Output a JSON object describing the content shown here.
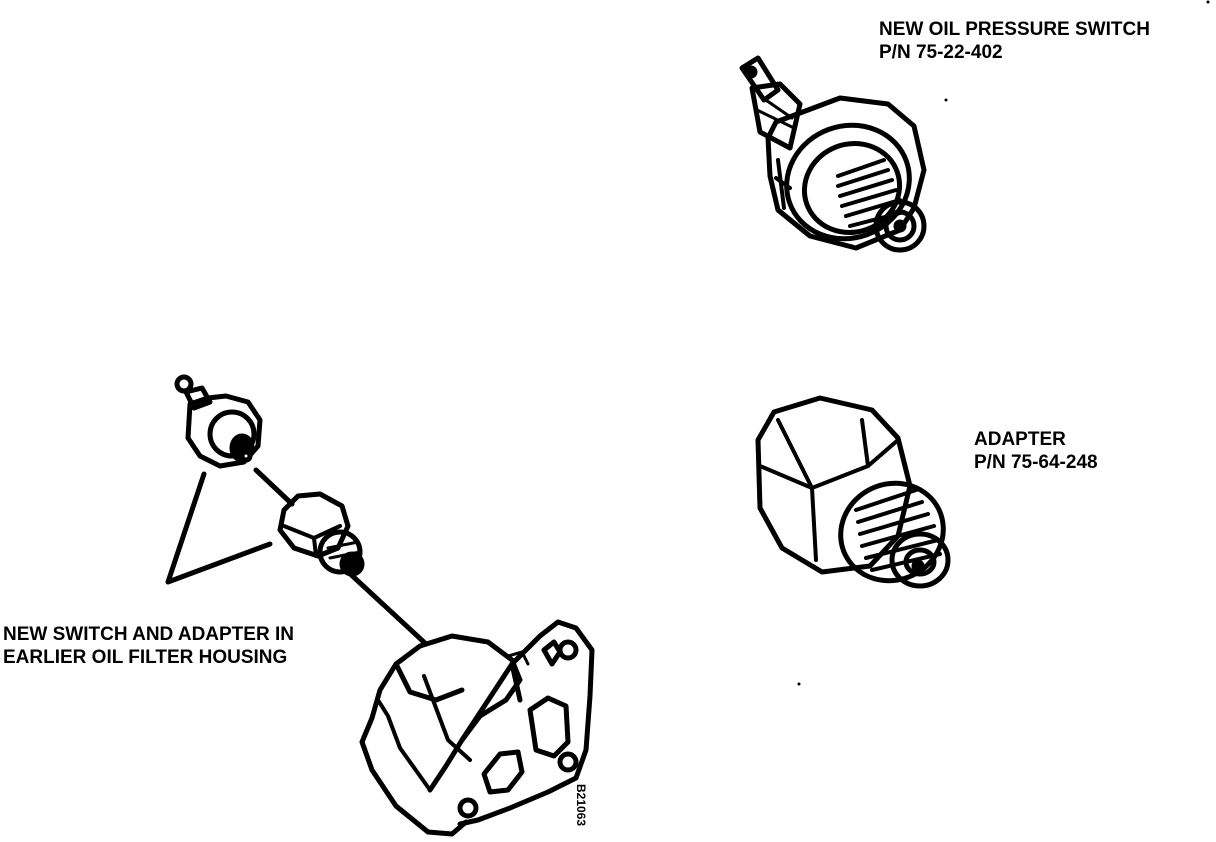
{
  "switch_label": {
    "line1": "NEW OIL PRESSURE SWITCH",
    "line2": "P/N 75-22-402"
  },
  "adapter_label": {
    "line1": "ADAPTER",
    "line2": "P/N 75-64-248"
  },
  "installation_label": {
    "line1": "NEW SWITCH AND ADAPTER IN",
    "line2": "EARLIER OIL FILTER HOUSING"
  },
  "figure_reference": "B21063",
  "colors": {
    "ink": "#000000",
    "paper": "#ffffff"
  }
}
